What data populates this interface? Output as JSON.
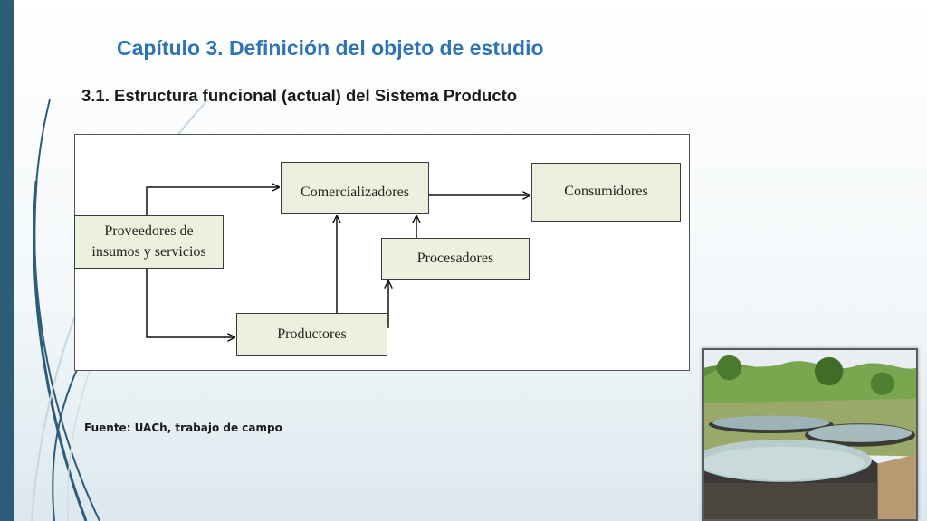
{
  "slide": {
    "title": "Capítulo 3.  Definición del objeto de estudio",
    "subtitle": "3.1. Estructura funcional (actual) del Sistema Producto",
    "source": "Fuente: UACh, trabajo de campo"
  },
  "diagram": {
    "nodes": {
      "proveedores": "Proveedores de insumos y servicios",
      "comercializadores": "Comercializadores",
      "consumidores": "Consumidores",
      "procesadores": "Procesadores",
      "productores": "Productores"
    },
    "edges": [
      {
        "from": "proveedores",
        "to": "comercializadores"
      },
      {
        "from": "proveedores",
        "to": "productores"
      },
      {
        "from": "productores",
        "to": "comercializadores"
      },
      {
        "from": "productores",
        "to": "procesadores"
      },
      {
        "from": "procesadores",
        "to": "comercializadores"
      },
      {
        "from": "comercializadores",
        "to": "consumidores"
      }
    ]
  },
  "colors": {
    "accent": "#2e74b5",
    "side_bar": "#2d5c78",
    "box_fill": "#ebf1de"
  }
}
